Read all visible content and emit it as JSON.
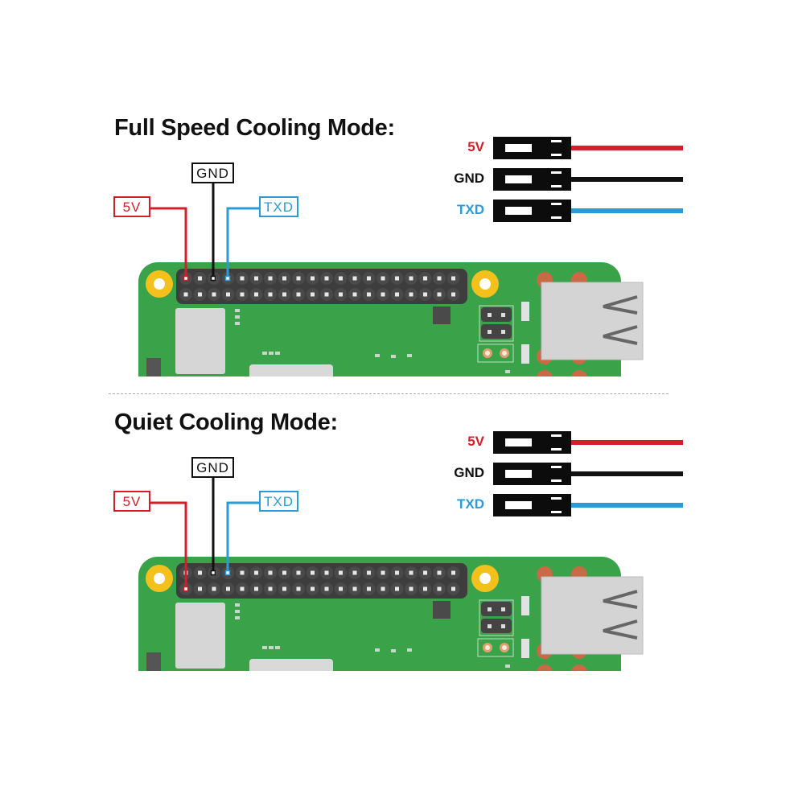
{
  "sections": [
    {
      "title": "Full Speed Cooling Mode:",
      "pin_labels": {
        "v5": "5V",
        "gnd": "GND",
        "txd": "TXD"
      },
      "legend": [
        {
          "label": "5V",
          "color": "#d1202a"
        },
        {
          "label": "GND",
          "color": "#111111"
        },
        {
          "label": "TXD",
          "color": "#2a9bd6"
        }
      ],
      "wiring": {
        "v5_row": "top",
        "gnd_row": "top",
        "txd_row": "top"
      }
    },
    {
      "title": "Quiet Cooling Mode:",
      "pin_labels": {
        "v5": "5V",
        "gnd": "GND",
        "txd": "TXD"
      },
      "legend": [
        {
          "label": "5V",
          "color": "#d1202a"
        },
        {
          "label": "GND",
          "color": "#111111"
        },
        {
          "label": "TXD",
          "color": "#2a9bd6"
        }
      ],
      "wiring": {
        "v5_row": "bottom",
        "gnd_row": "top",
        "txd_row": "top"
      }
    }
  ],
  "colors": {
    "v5": "#d1202a",
    "gnd": "#111111",
    "txd": "#2a9bd6",
    "pcb": "#3aa34a",
    "header": "#3d3d3d",
    "mounting_hole": "#f3c01c"
  },
  "header_pins_per_row": 20
}
